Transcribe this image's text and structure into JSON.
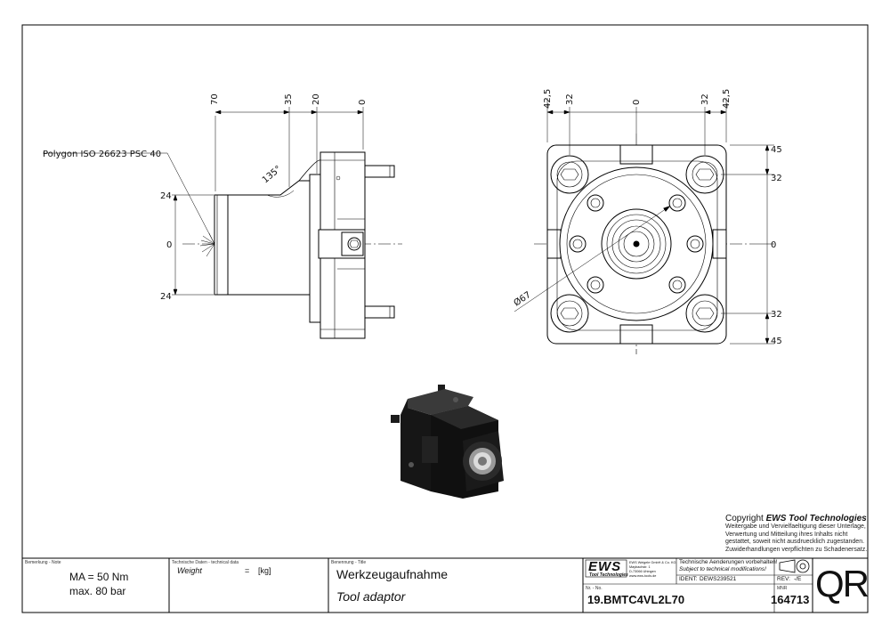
{
  "drawing": {
    "polygon_label": "Polygon ISO 26623 PSC 40",
    "side_view": {
      "dim_top": [
        "70",
        "35",
        "20",
        "0"
      ],
      "dim_left": [
        "24",
        "0",
        "24"
      ],
      "angle": "135°"
    },
    "front_view": {
      "dim_top": [
        "42,5",
        "32",
        "0",
        "32",
        "42,5"
      ],
      "dim_right": [
        "45",
        "32",
        "0",
        "32",
        "45"
      ],
      "diameter": "Ø67"
    }
  },
  "copyright": {
    "prefix": "Copyright",
    "brand": "EWS Tool Technologies",
    "lines": [
      "Weitergabe und Vervielfaeltigung dieser Unterlage,",
      "Verwertung und Mitteilung ihres Inhalts nicht",
      "gestattet, soweit nicht ausdruecklich zugestanden.",
      "Zuwiderhandlungen verpflichten zu Schadenersatz."
    ]
  },
  "title_block": {
    "note_label": "Bemerkung - Note",
    "note_lines": [
      "MA = 50 Nm",
      "max. 80 bar"
    ],
    "tech_label": "Technische Daten - technical data",
    "weight_label": "Weight",
    "weight_eq": "=",
    "weight_unit": "[kg]",
    "title_label": "Benennung - Title",
    "title_de": "Werkzeugaufnahme",
    "title_en": "Tool adaptor",
    "logo": "EWS",
    "logo_sub": "Tool Technologies",
    "company_lines": [
      "EWS Weigele GmbH & Co. KG",
      "Maybachstr. 1",
      "D-73066 Uhingen",
      "www.ews-tools.de"
    ],
    "notice_de": "Technische Aenderungen vorbehalten!",
    "notice_en": "Subject to technical modifications!",
    "ident_label": "IDENT:",
    "ident_value": "DEWS239521",
    "rev_label": "REV:",
    "rev_value": "-/E",
    "nr_label": "Nr. - No.",
    "nr_value": "19.BMTC4VL2L70",
    "mnr_label": "MNR",
    "mnr_value": "164713",
    "qr": "QR"
  }
}
